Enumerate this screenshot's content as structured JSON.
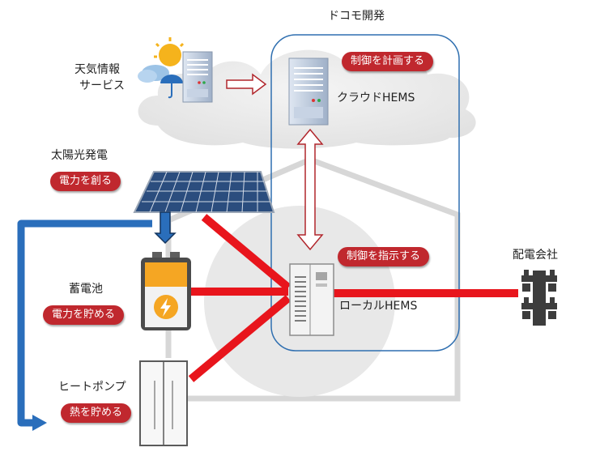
{
  "header": {
    "docomo_dev": "ドコモ開発"
  },
  "weather": {
    "label_line1": "天気情報",
    "label_line2": "サービス"
  },
  "cloud_hems": {
    "label": "クラウドHEMS",
    "action": "制御を計画する"
  },
  "solar": {
    "label": "太陽光発電",
    "action": "電力を創る"
  },
  "battery": {
    "label": "蓄電池",
    "action": "電力を貯める"
  },
  "heat_pump": {
    "label": "ヒートポンプ",
    "action": "熱を貯める"
  },
  "local_hems": {
    "label": "ローカルHEMS",
    "action": "制御を指示する"
  },
  "utility": {
    "label": "配電会社"
  },
  "colors": {
    "pill": "#c0282e",
    "power_line": "#e8151c",
    "heat_line": "#2a6ebb",
    "docomo_box": "#2f6fb0"
  },
  "icons": [
    "cloud-icon",
    "sun-icon",
    "umbrella-icon",
    "server-icon",
    "solar-panel-icon",
    "battery-icon",
    "heat-pump-icon",
    "power-pole-icon",
    "house-outline-icon"
  ]
}
